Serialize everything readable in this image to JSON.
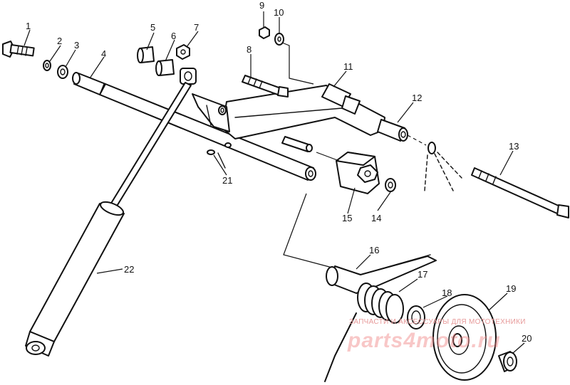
{
  "diagram": {
    "callouts": [
      "1",
      "2",
      "3",
      "4",
      "5",
      "6",
      "7",
      "8",
      "9",
      "10",
      "11",
      "12",
      "13",
      "14",
      "15",
      "16",
      "17",
      "18",
      "19",
      "20",
      "21",
      "22"
    ]
  },
  "watermark": {
    "caption": "ЗАПЧАСТИ И АКСЕССУАРЫ ДЛЯ МОТОТЕХНИКИ",
    "logo": "parts4moto.ru"
  }
}
